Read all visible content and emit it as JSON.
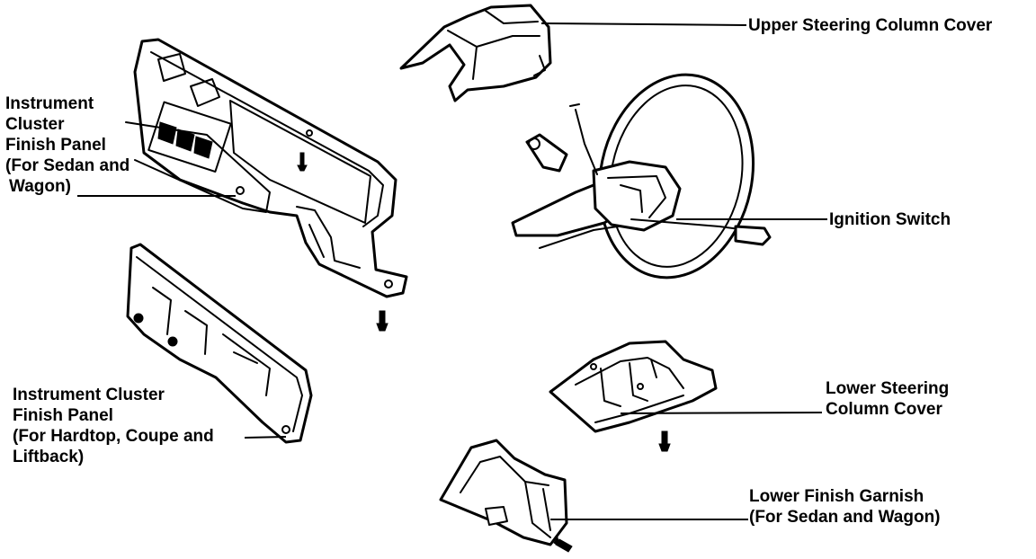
{
  "labels": {
    "upper_cover": "Upper Steering Column Cover",
    "ignition": "Ignition Switch",
    "cluster_sedan": [
      "Instrument",
      "Cluster",
      "Finish Panel",
      "(For Sedan and",
      "Wagon)"
    ],
    "cluster_hardtop": [
      "Instrument Cluster",
      "Finish Panel",
      "(For Hardtop, Coupe and",
      "Liftback)"
    ],
    "lower_cover": [
      "Lower Steering",
      "Column Cover"
    ],
    "lower_garnish": [
      "Lower Finish Garnish",
      "(For Sedan and Wagon)"
    ]
  }
}
